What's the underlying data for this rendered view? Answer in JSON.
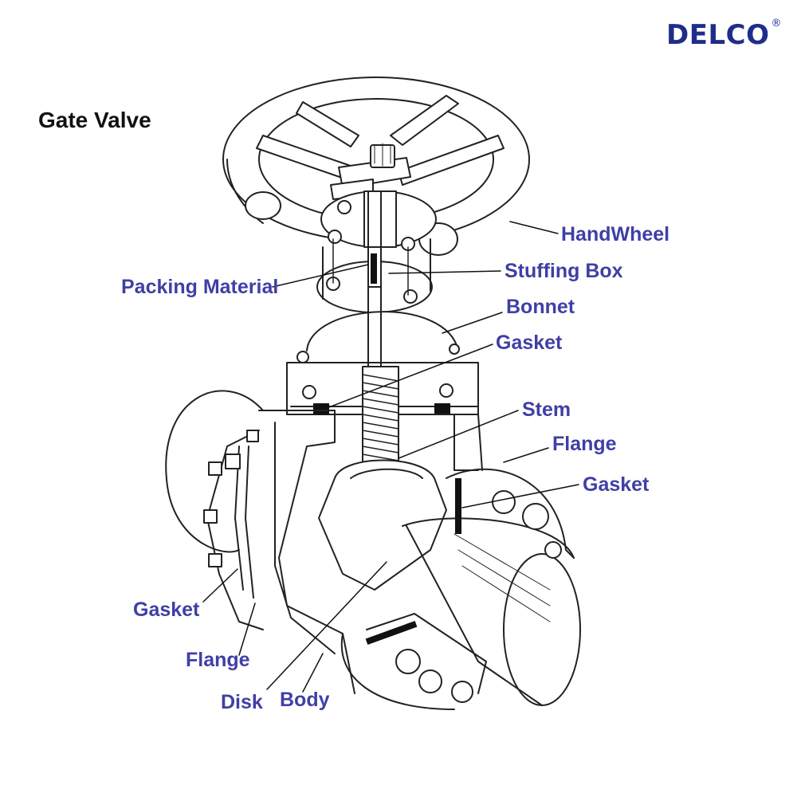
{
  "brand": {
    "name": "DELCO",
    "mark": "®"
  },
  "title": "Gate Valve",
  "labels": {
    "handwheel": "HandWheel",
    "stuffing_box": "Stuffing Box",
    "packing_material": "Packing Material",
    "bonnet": "Bonnet",
    "gasket_bonnet": "Gasket",
    "stem": "Stem",
    "flange_right": "Flange",
    "gasket_right": "Gasket",
    "gasket_left": "Gasket",
    "flange_left": "Flange",
    "disk": "Disk",
    "body": "Body"
  },
  "colors": {
    "label": "#3f3fa6",
    "brand": "#1f2d8a",
    "line": "#222222"
  }
}
